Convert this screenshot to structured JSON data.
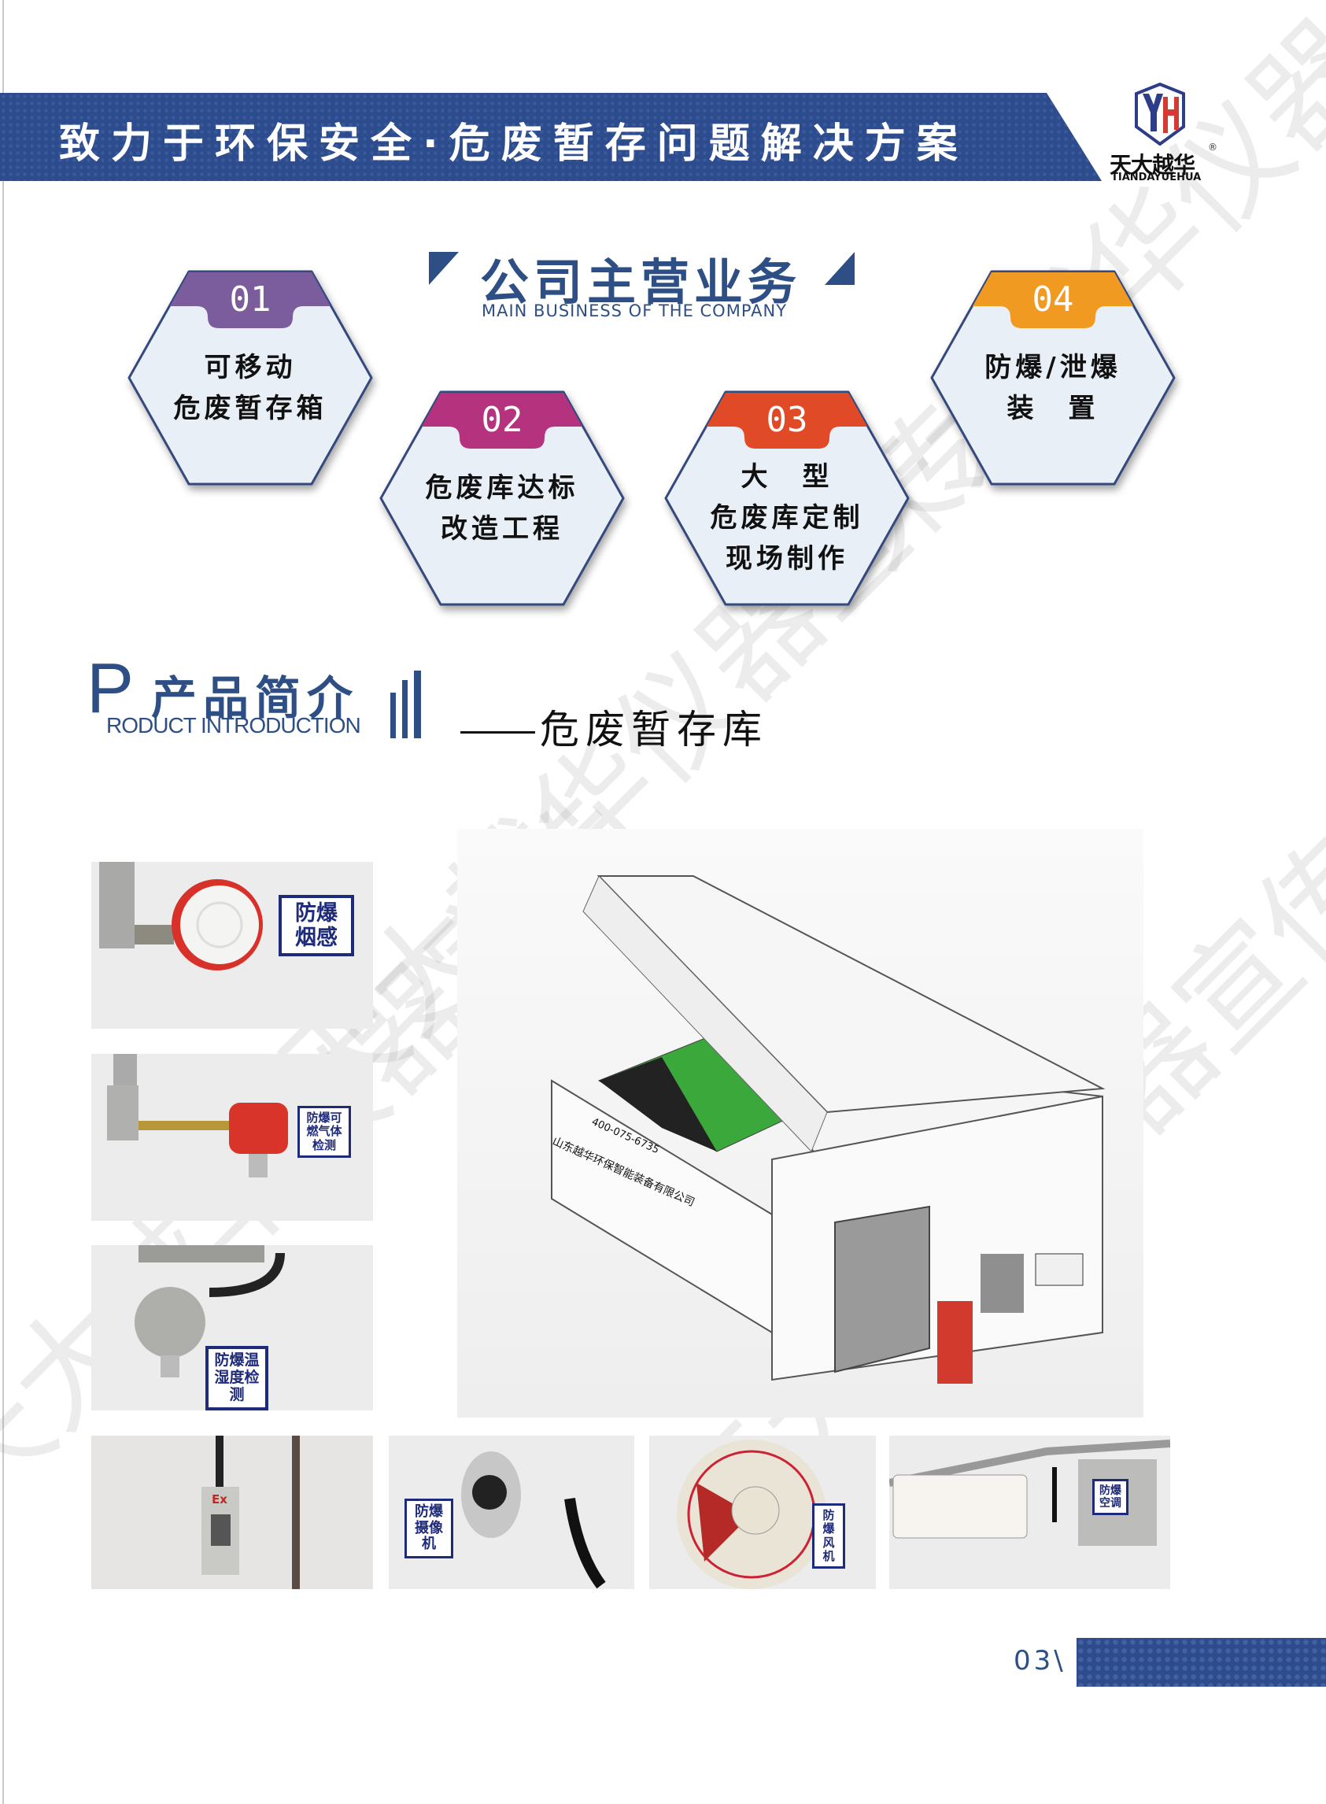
{
  "header": {
    "title": "致力于环保安全·危废暂存问题解决方案",
    "logo": {
      "mark": "YH",
      "name_cn": "天大越华",
      "name_en": "TIANDAYUEHUA",
      "registered": "®"
    }
  },
  "main_business": {
    "title": "公司主营业务",
    "subtitle": "MAIN BUSINESS OF THE COMPANY",
    "items": [
      {
        "num": "01",
        "line1": "可移动",
        "line2": "危废暂存箱",
        "color": "#7b5c9c"
      },
      {
        "num": "02",
        "line1": "危废库达标",
        "line2": "改造工程",
        "color": "#b4327e"
      },
      {
        "num": "03",
        "line1": "大　型",
        "line2": "危废库定制",
        "line3": "现场制作",
        "color": "#e04a26"
      },
      {
        "num": "04",
        "line1": "防爆/泄爆",
        "line2": "装　置",
        "color": "#f09a22"
      }
    ]
  },
  "product_intro": {
    "letter": "P",
    "title_cn": "产品简介",
    "title_en": "RODUCT INTRODUCTION",
    "subtitle": "危废暂存库"
  },
  "photos": [
    {
      "label": "防爆烟感"
    },
    {
      "label": "防爆可燃气体检测"
    },
    {
      "label": "防爆温湿度检测"
    },
    {
      "label": "Ex"
    },
    {
      "label": "防爆摄像机"
    },
    {
      "label": "防爆风机"
    },
    {
      "label": "防爆空调"
    }
  ],
  "render": {
    "phone": "400-075-6735",
    "company": "山东越华环保智能装备有限公司"
  },
  "footer": {
    "page": "03\\"
  },
  "watermark": "天大越华仪器宣传"
}
